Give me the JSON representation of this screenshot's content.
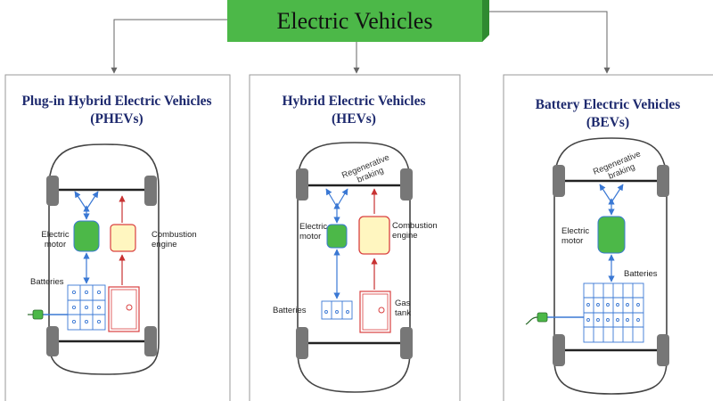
{
  "title": "Electric Vehicles",
  "colors": {
    "title_box": "#4cb848",
    "title_box_side": "#2f8a31",
    "title_text": "#111111",
    "panel_title": "#1e2a6e",
    "motor": "#4cb848",
    "engine_fill": "#fff6c0",
    "engine_stroke": "#d94040",
    "electric_arrow": "#3a78d4",
    "fuel_arrow": "#c83232",
    "battery_stroke": "#3a78d4"
  },
  "panels": [
    {
      "title_line1": "Plug-in Hybrid Electric Vehicles",
      "title_line2": "(PHEVs)",
      "labels": {
        "motor": "Electric motor",
        "engine": "Combustion engine",
        "batteries": "Batteries"
      }
    },
    {
      "title_line1": "Hybrid Electric Vehicles",
      "title_line2": "(HEVs)",
      "labels": {
        "regen": "Regenerative braking",
        "motor": "Electric motor",
        "engine": "Combustion engine",
        "batteries": "Batteries",
        "gas_tank": "Gas tank"
      }
    },
    {
      "title_line1": "Battery Electric Vehicles",
      "title_line2": "(BEVs)",
      "labels": {
        "regen": "Regenerative braking",
        "motor": "Electric motor",
        "batteries": "Batteries"
      }
    }
  ]
}
